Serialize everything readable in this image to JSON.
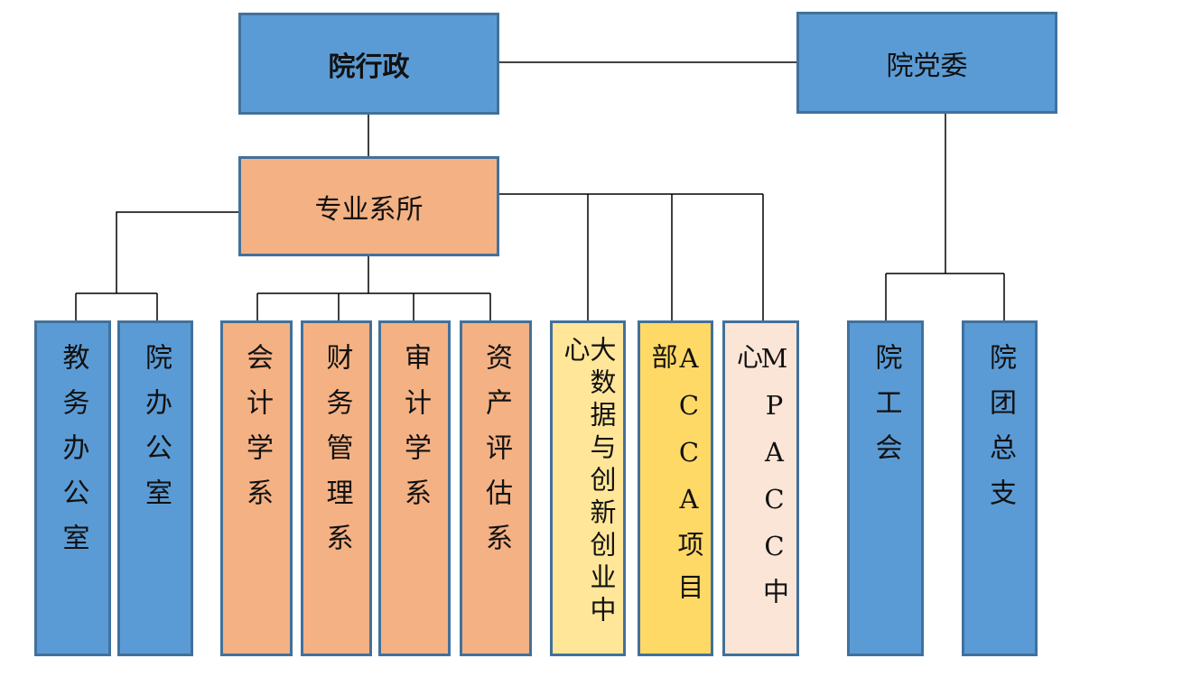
{
  "top": {
    "admin": "院行政",
    "party": "院党委",
    "departments": "专业系所"
  },
  "units": [
    {
      "label": "教务办公室"
    },
    {
      "label": "院办公室"
    },
    {
      "label": "会计学系"
    },
    {
      "label": "财务管理系"
    },
    {
      "label": "审计学系"
    },
    {
      "label": "资产评估系"
    },
    {
      "label": "大数据与创新创业中心"
    },
    {
      "label": "ACCA项目部"
    },
    {
      "label": "MPACC中心"
    },
    {
      "label": "院工会"
    },
    {
      "label": "院团总支"
    }
  ],
  "colors": {
    "blue": "#5b9bd5",
    "orange": "#f4b183",
    "light_yellow": "#ffe699",
    "yellow": "#ffd966",
    "pink": "#fbe5d6",
    "border": "#41719c"
  }
}
